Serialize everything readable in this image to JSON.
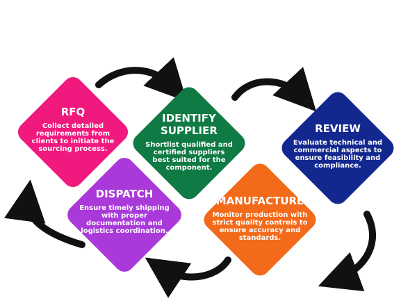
{
  "colors": {
    "rfq": "#f0197d",
    "identify": "#0f7a43",
    "review": "#13288f",
    "dispatch": "#a93ad9",
    "manufacture": "#f26a1a",
    "arrows": "#111111"
  },
  "steps": {
    "rfq": {
      "title": "RFQ",
      "desc": "Collect detailed requirements from clients to initiate the sourcing process."
    },
    "identify": {
      "title": "IDENTIFY SUPPLIER",
      "desc": "Shortlist qualified and certified suppliers best suited for the component."
    },
    "review": {
      "title": "REVIEW",
      "desc": "Evaluate technical and commercial aspects to ensure feasibility and compliance."
    },
    "manufacture": {
      "title": "MANUFACTURE",
      "desc": "Monitor production with strict quality controls to ensure accuracy and standards."
    },
    "dispatch": {
      "title": "DISPATCH",
      "desc": "Ensure timely shipping with proper documentation and logistics coordination."
    }
  }
}
